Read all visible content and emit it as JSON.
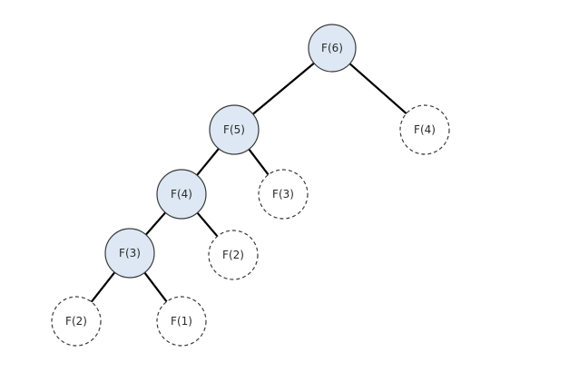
{
  "tree": {
    "nodes": [
      {
        "id": "n6",
        "label": "F(6)",
        "style": "solid"
      },
      {
        "id": "n5",
        "label": "F(5)",
        "style": "solid"
      },
      {
        "id": "n4r",
        "label": "F(4)",
        "style": "dashed"
      },
      {
        "id": "n4",
        "label": "F(4)",
        "style": "solid"
      },
      {
        "id": "n3r",
        "label": "F(3)",
        "style": "dashed"
      },
      {
        "id": "n3",
        "label": "F(3)",
        "style": "solid"
      },
      {
        "id": "n2r",
        "label": "F(2)",
        "style": "dashed"
      },
      {
        "id": "n2",
        "label": "F(2)",
        "style": "dashed"
      },
      {
        "id": "n1",
        "label": "F(1)",
        "style": "dashed"
      }
    ],
    "edges": [
      [
        "n6",
        "n5"
      ],
      [
        "n6",
        "n4r"
      ],
      [
        "n5",
        "n4"
      ],
      [
        "n5",
        "n3r"
      ],
      [
        "n4",
        "n3"
      ],
      [
        "n4",
        "n2r"
      ],
      [
        "n3",
        "n2"
      ],
      [
        "n3",
        "n1"
      ]
    ],
    "colors": {
      "computed_fill": "#dde8f4",
      "outline": "#3a3a3a",
      "edge": "#000000"
    }
  }
}
